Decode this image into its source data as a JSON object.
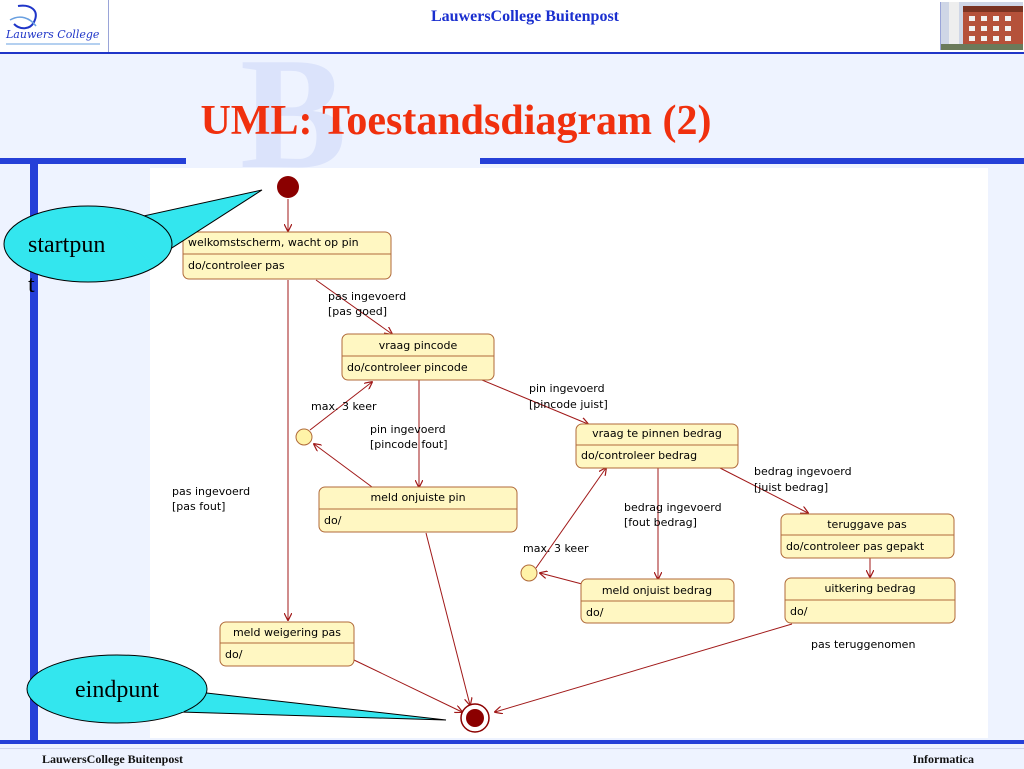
{
  "header": {
    "logo_text": "Lauwers College",
    "title": "LauwersCollege   Buitenpost"
  },
  "slide": {
    "title": "UML: Toestandsdiagram (2)"
  },
  "callouts": {
    "start_line1": "startpun",
    "start_line2": "t",
    "end": "eindpunt"
  },
  "states": {
    "welkom": {
      "name": "welkomstscherm, wacht op pin",
      "activity": "do/controleer pas"
    },
    "vraag_pincode": {
      "name": "vraag pincode",
      "activity": "do/controleer pincode"
    },
    "vraag_bedrag": {
      "name": "vraag te pinnen bedrag",
      "activity": "do/controleer bedrag"
    },
    "onjuiste_pin": {
      "name": "meld onjuiste pin",
      "activity": "do/"
    },
    "teruggave": {
      "name": "teruggave pas",
      "activity": "do/controleer pas gepakt"
    },
    "onjuist_bedrag": {
      "name": "meld onjuist bedrag",
      "activity": "do/"
    },
    "uitkering": {
      "name": "uitkering bedrag",
      "activity": "do/"
    },
    "weigering": {
      "name": "meld weigering pas",
      "activity": "do/"
    }
  },
  "transitions": {
    "pas_goed_1": "pas ingevoerd",
    "pas_goed_2": "[pas goed]",
    "pin_juist_1": "pin ingevoerd",
    "pin_juist_2": "[pincode juist]",
    "max_pin": "max. 3 keer",
    "pin_fout_1": "pin ingevoerd",
    "pin_fout_2": "[pincode fout]",
    "pas_fout_1": "pas ingevoerd",
    "pas_fout_2": "[pas fout]",
    "bedrag_juist_1": "bedrag ingevoerd",
    "bedrag_juist_2": "[juist bedrag]",
    "bedrag_fout_1": "bedrag ingevoerd",
    "bedrag_fout_2": "[fout bedrag]",
    "max_bedrag": "max. 3 keer",
    "pas_terug": "pas teruggenomen"
  },
  "footer": {
    "left": "LauwersCollege Buitenpost",
    "right": "Informatica"
  },
  "colors": {
    "state_fill": "#fff7c2",
    "state_stroke": "#b06a3a",
    "arrow": "#a01818",
    "node": "#8b0000",
    "callout_fill": "#33e6ee",
    "title": "#f0300e",
    "accent": "#1f35c8"
  }
}
